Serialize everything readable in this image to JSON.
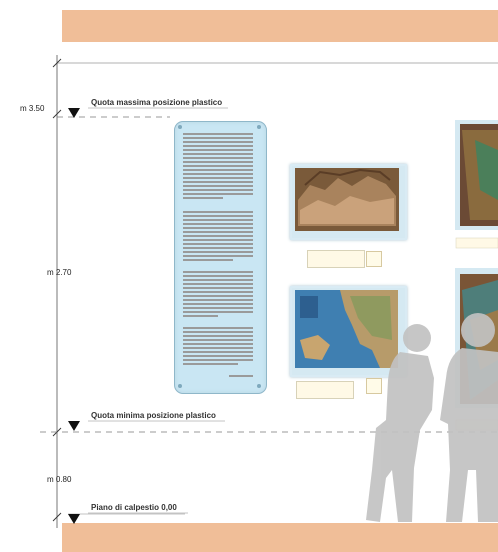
{
  "labels": {
    "quota_max": "Quota massima posizione plastico",
    "quota_min": "Quota minima posizione plastico",
    "piano": "Piano di calpestio 0,00"
  },
  "dimensions": {
    "top": "m 3.50",
    "middle": "m 2.70",
    "bottom": "m 0.80"
  },
  "colors": {
    "floor_band": "#f0be98",
    "panel": "#c9e6f3",
    "map_brown": "#7a5a3a",
    "map_blue": "#3f7fb1"
  }
}
